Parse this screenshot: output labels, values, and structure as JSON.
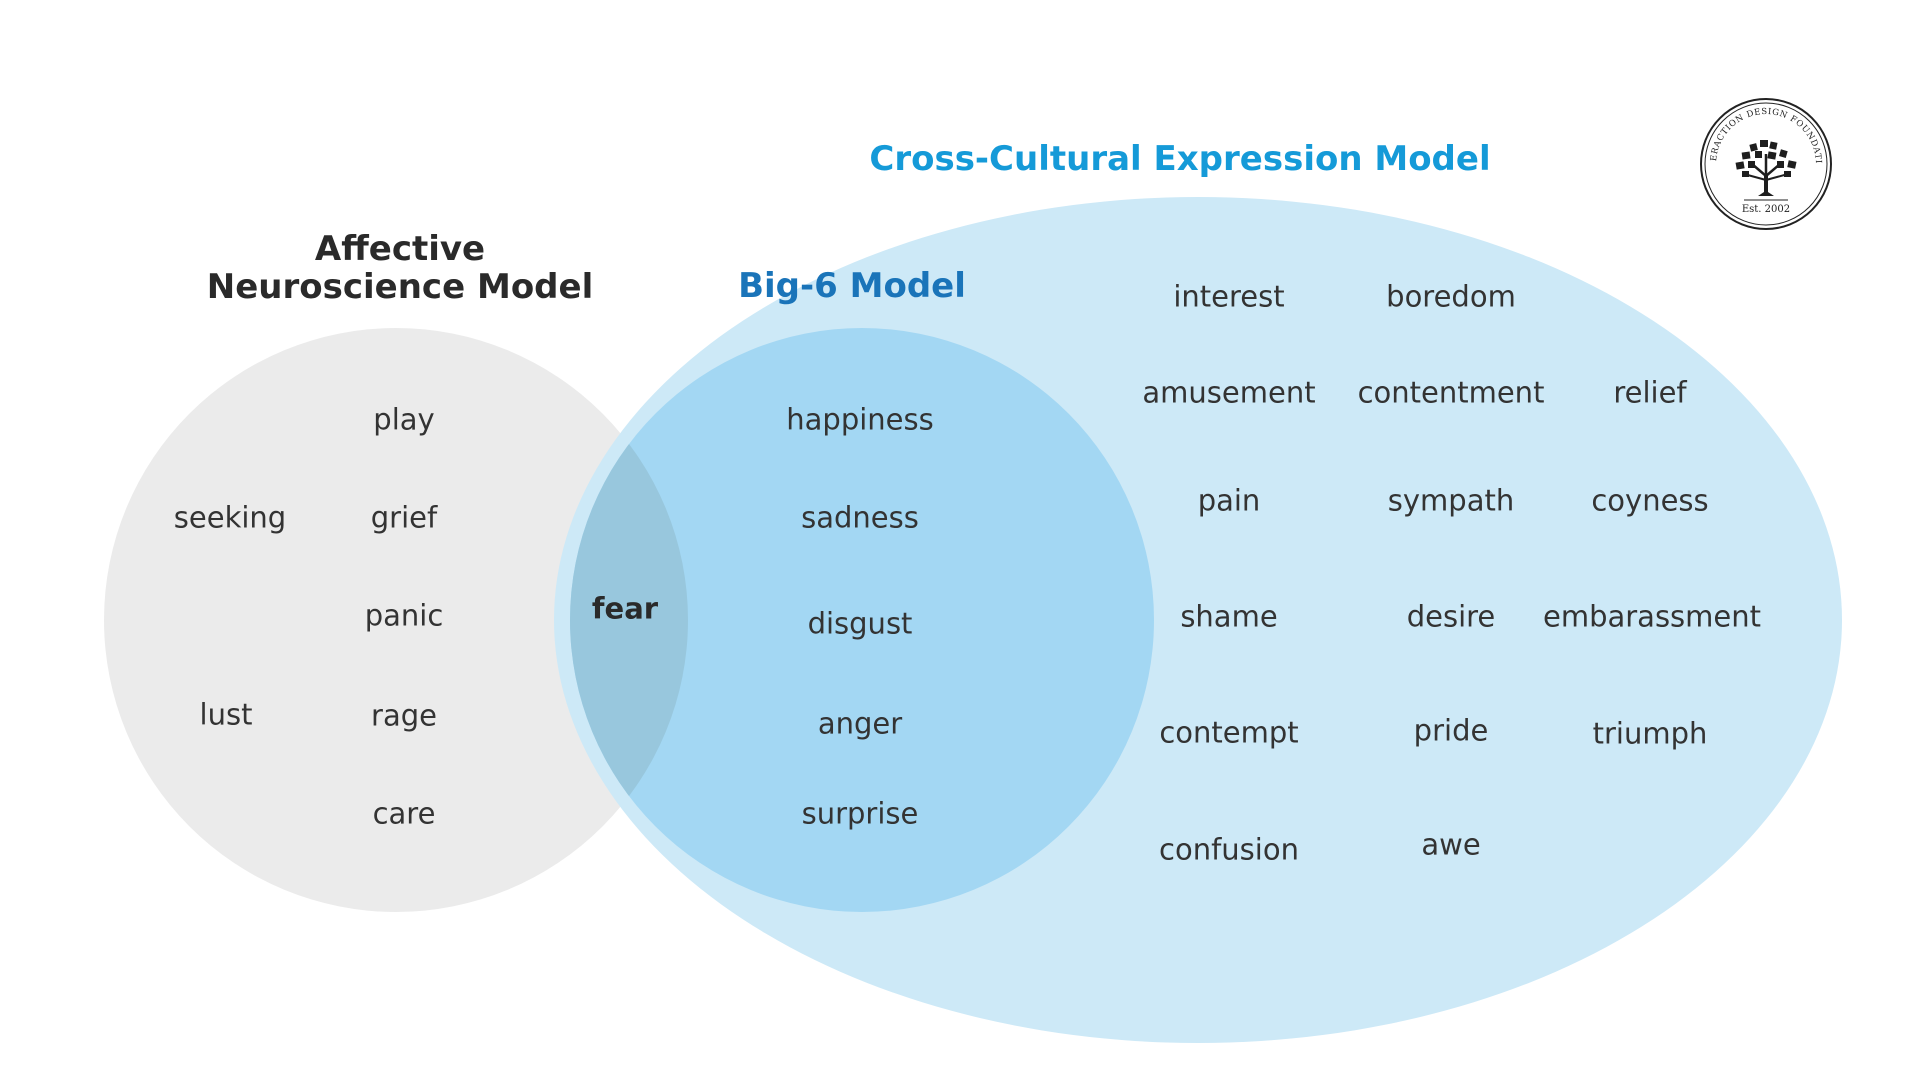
{
  "titles": {
    "affective_line1": "Affective",
    "affective_line2": "Neuroscience Model",
    "big6": "Big-6 Model",
    "cross_cultural": "Cross-Cultural Expression Model"
  },
  "colors": {
    "affective_fill": "#ebebeb",
    "cross_cultural_fill": "#cde9f7",
    "big6_fill": "#a3d7f3",
    "overlap_fill": "#98c7dd",
    "big6_title": "#1a74b9",
    "cross_cultural_title": "#159ad8",
    "text": "#333333"
  },
  "affective_only": {
    "play": "play",
    "seeking": "seeking",
    "grief": "grief",
    "panic": "panic",
    "lust": "lust",
    "rage": "rage",
    "care": "care"
  },
  "shared_all": {
    "fear": "fear"
  },
  "big6_items": {
    "happiness": "happiness",
    "sadness": "sadness",
    "disgust": "disgust",
    "anger": "anger",
    "surprise": "surprise"
  },
  "cross_cultural_items": {
    "interest": "interest",
    "boredom": "boredom",
    "amusement": "amusement",
    "contentment": "contentment",
    "relief": "relief",
    "pain": "pain",
    "sympath": "sympath",
    "coyness": "coyness",
    "shame": "shame",
    "desire": "desire",
    "embarassment": "embarassment",
    "contempt": "contempt",
    "pride": "pride",
    "triumph": "triumph",
    "confusion": "confusion",
    "awe": "awe"
  },
  "logo": {
    "ring_text": "INTERACTION DESIGN FOUNDATION",
    "est": "Est. 2002",
    "icon": "tree-icon"
  }
}
